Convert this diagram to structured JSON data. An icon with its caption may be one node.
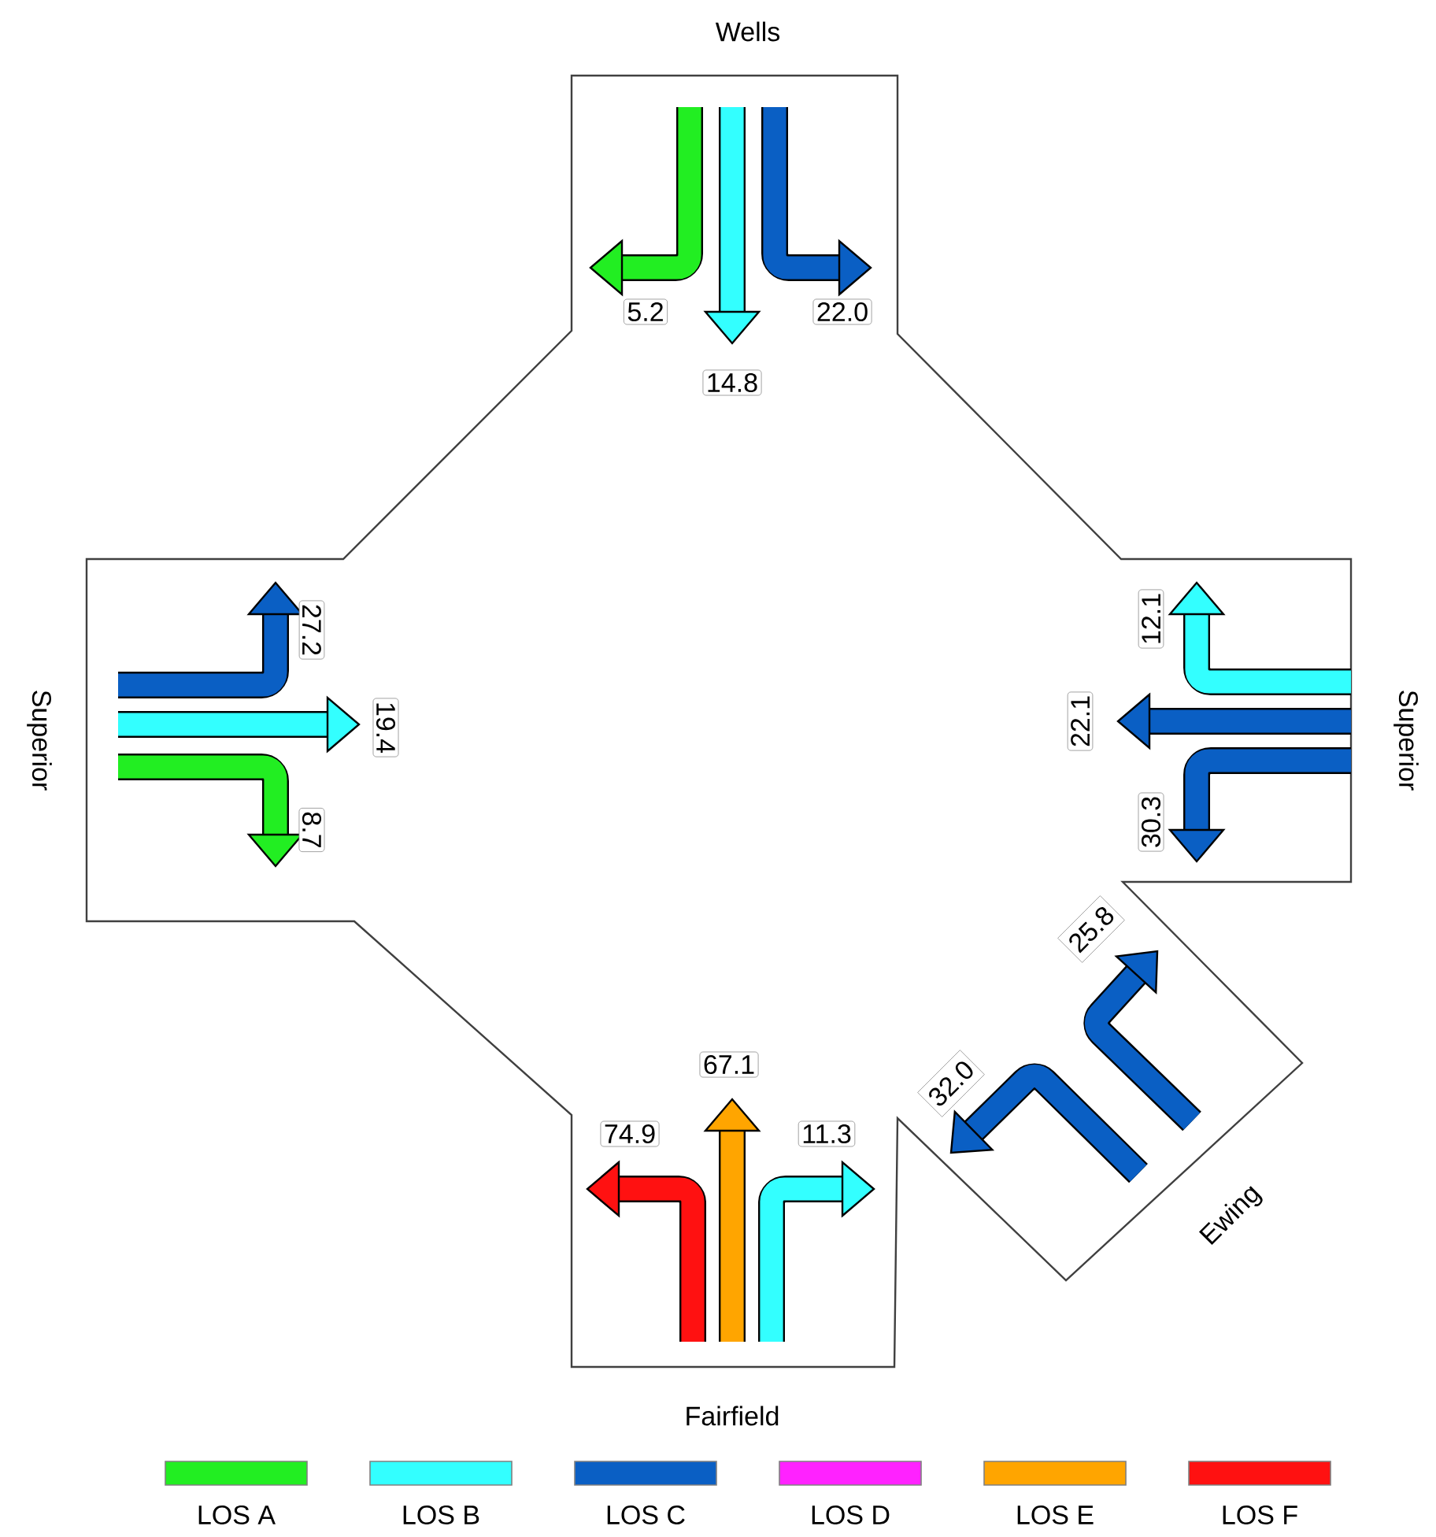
{
  "diagram": {
    "labels": [
      "Wells",
      "5.2",
      "22.0",
      "14.8",
      "Superior",
      "27.2",
      "19.4",
      "8.7",
      "12.1",
      "22.1",
      "30.3",
      "Superior",
      "25.8",
      "32.0",
      "67.1",
      "74.9",
      "11.3",
      "Ewing",
      "Fairfield"
    ],
    "legend": [
      {
        "text": "LOS A",
        "color": "#22ee22"
      },
      {
        "text": "LOS B",
        "color": "#33ffff"
      },
      {
        "text": "LOS C",
        "color": "#0a5fc4"
      },
      {
        "text": "LOS D",
        "color": "#ff22ff"
      },
      {
        "text": "LOS E",
        "color": "#ffa500"
      },
      {
        "text": "LOS F",
        "color": "#ff1111"
      }
    ]
  }
}
